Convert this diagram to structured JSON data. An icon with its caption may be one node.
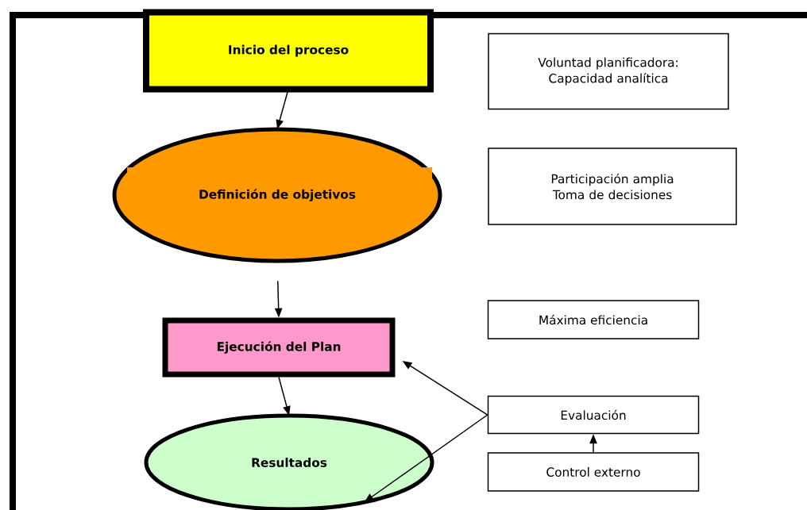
{
  "diagram": {
    "nodes": [
      {
        "text": [
          "Inicio del proceso"
        ]
      },
      {
        "text": [
          "Definición de objetivos"
        ]
      },
      {
        "text": [
          "Ejecución del Plan"
        ]
      },
      {
        "text": [
          "Resultados"
        ]
      },
      {
        "text": [
          "Voluntad planificadora: Capacidad analítica"
        ]
      },
      {
        "text": [
          "Participación amplia Toma de decisiones"
        ]
      },
      {
        "text": [
          "Máxima eficiencia"
        ]
      },
      {
        "text": [
          "Evaluación"
        ]
      },
      {
        "text": [
          "Control externo"
        ]
      }
    ],
    "edges": [
      {
        "from": 0,
        "to": 1,
        "arrow": "to"
      },
      {
        "from": 1,
        "to": 2,
        "arrow": "to"
      },
      {
        "from": 2,
        "to": 3,
        "arrow": "to"
      },
      {
        "from": 7,
        "to": 2,
        "arrow": "to"
      },
      {
        "from": 7,
        "to": 3,
        "arrow": "to"
      },
      {
        "from": 8,
        "to": 7,
        "arrow": "to"
      }
    ]
  }
}
